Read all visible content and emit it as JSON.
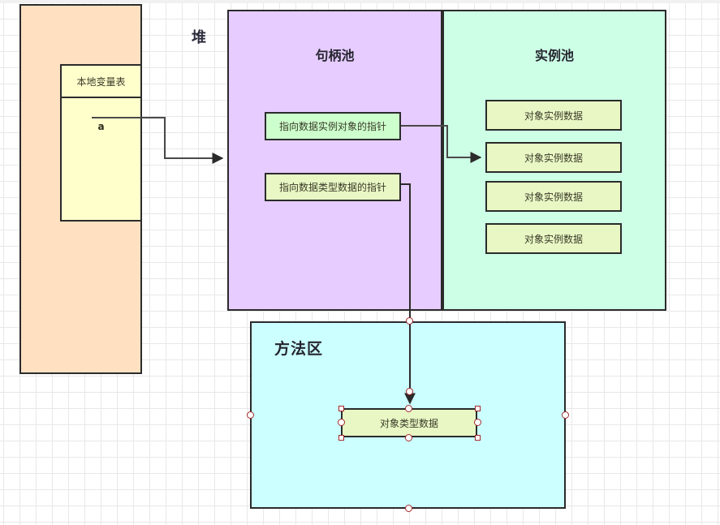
{
  "diagram": {
    "title_labels": {
      "heap": "堆",
      "method_area": "方法区"
    },
    "stack_region": {
      "name": "stack-region",
      "fill": "#ffe0c1",
      "localvar_table": {
        "header": "本地变量表",
        "slots": [
          {
            "label": "a"
          }
        ],
        "fill": "#ffffcc"
      }
    },
    "handle_pool": {
      "title": "句柄池",
      "fill": "#e6ccff",
      "boxes": [
        {
          "label": "指向数据实例对象的指针",
          "fill": "#ccffcc"
        },
        {
          "label": "指向数据类型数据的指针",
          "fill": "#e8f7c4"
        }
      ]
    },
    "instance_pool": {
      "title": "实例池",
      "fill": "#ccffe6",
      "boxes": [
        {
          "label": "对象实例数据"
        },
        {
          "label": "对象实例数据"
        },
        {
          "label": "对象实例数据"
        },
        {
          "label": "对象实例数据"
        }
      ]
    },
    "method_area": {
      "title": "方法区",
      "fill": "#ccffff",
      "selected_box": {
        "label": "对象类型数据",
        "fill": "#e8f7c4",
        "selected": true
      }
    },
    "connectors": [
      {
        "from": "localvar-slot-a",
        "to": "handle-pool",
        "style": "orthogonal-arrow"
      },
      {
        "from": "pointer-instance",
        "to": "instance-box-2",
        "style": "orthogonal-arrow"
      },
      {
        "from": "pointer-type",
        "to": "type-data-box",
        "style": "orthogonal-arrow"
      }
    ],
    "colors": {
      "stroke": "#2b2b2b",
      "selection": "#a52a2a",
      "grid_minor": "#e8e8e8",
      "grid_major": "#d8d8d8"
    }
  }
}
